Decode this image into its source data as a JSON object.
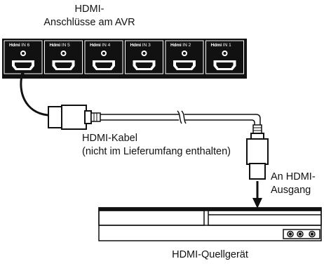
{
  "avr_title_line1": "HDMI-",
  "avr_title_line2": "Anschlüsse am AVR",
  "ports": [
    {
      "logo": "Hdmi",
      "name": "IN 6"
    },
    {
      "logo": "Hdmi",
      "name": "IN 5"
    },
    {
      "logo": "Hdmi",
      "name": "IN 4"
    },
    {
      "logo": "Hdmi",
      "name": "IN 3"
    },
    {
      "logo": "Hdmi",
      "name": "IN 2"
    },
    {
      "logo": "Hdmi",
      "name": "IN 1"
    }
  ],
  "cable_label_line1": "HDMI-Kabel",
  "cable_label_line2": "(nicht im Lieferumfang enthalten)",
  "output_label_line1": "An HDMI-",
  "output_label_line2": "Ausgang",
  "source_label": "HDMI-Quellgerät"
}
